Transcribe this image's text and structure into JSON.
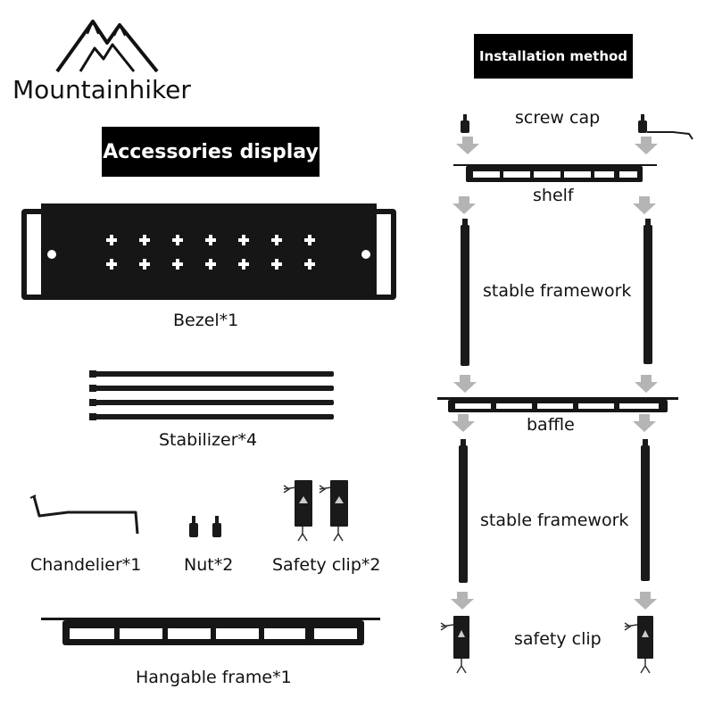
{
  "brand": {
    "name": "Mountainhiker"
  },
  "left": {
    "heading": "Accessories display",
    "items": {
      "bezel": "Bezel*1",
      "stabilizer": "Stabilizer*4",
      "chandelier": "Chandelier*1",
      "nut": "Nut*2",
      "safety_clip": "Safety clip*2",
      "hangable_frame": "Hangable frame*1"
    }
  },
  "right": {
    "heading": "Installation method",
    "steps": {
      "screw_cap": "screw cap",
      "shelf": "shelf",
      "framework_top": "stable framework",
      "baffle": "baffle",
      "framework_bottom": "stable framework",
      "safety_clip": "safety clip"
    }
  },
  "colors": {
    "banner_bg": "#000000",
    "metal": "#161616",
    "arrow": "#b4b4b4"
  }
}
